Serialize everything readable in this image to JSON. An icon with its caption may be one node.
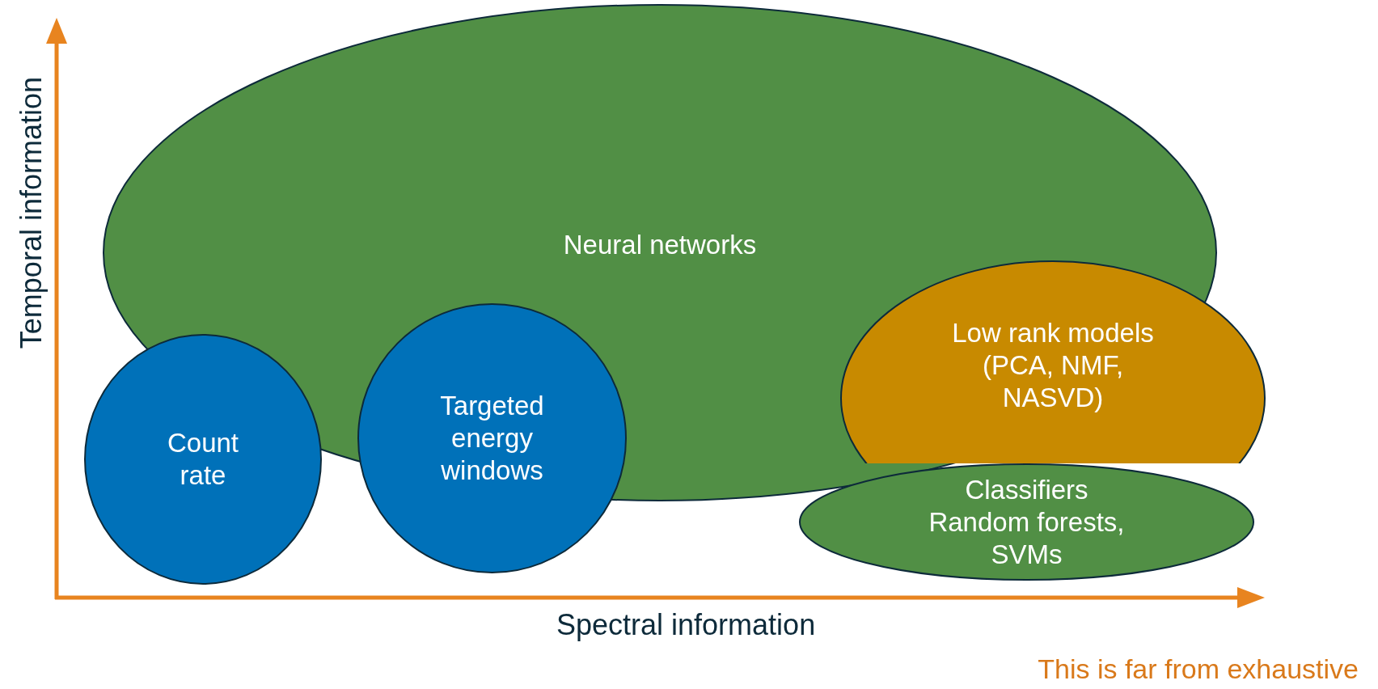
{
  "diagram": {
    "nodes": [
      {
        "text": [
          "Neural networks"
        ]
      },
      {
        "text": [
          "Count rate"
        ]
      },
      {
        "text": [
          "Targeted energy windows"
        ]
      },
      {
        "text": [
          "Low rank models (PCA, NMF, NASVD)"
        ]
      },
      {
        "text": [
          "Classifiers",
          "Random forests, SVMs"
        ]
      }
    ],
    "labels": [
      "Temporal information",
      "Spectral information",
      "This is far from exhaustive"
    ]
  }
}
